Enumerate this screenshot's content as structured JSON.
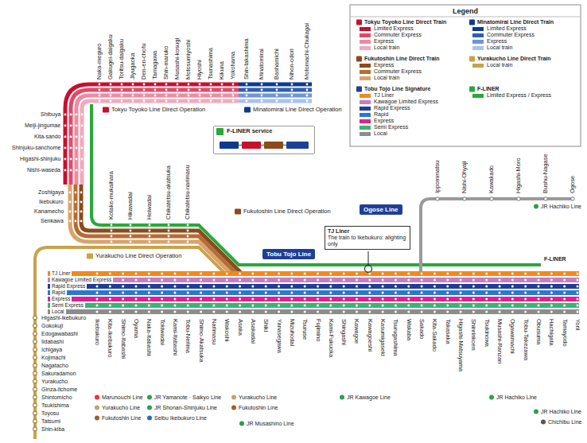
{
  "diagram": {
    "nodes": [
      {
        "text": [
          "F-LINER service"
        ]
      },
      {
        "text": [
          "Tobu Tojo Line"
        ]
      },
      {
        "text": [
          "Ogose Line"
        ]
      },
      {
        "text": [
          "TJ Liner",
          "The train to Ikebukuro: alighting only"
        ]
      }
    ],
    "labels": [
      "Naka-meguro",
      "Gakugei-daigaku",
      "Toritsu-daigaku",
      "Jiyugaoka",
      "Den-en-chofu",
      "Tamagawa",
      "Shin-maruko",
      "Musashi-kosugi",
      "Motosumiyoshi",
      "Hiyoshi",
      "Tsunashima",
      "Kikuna",
      "Yokohama",
      "Shin-takashima",
      "Minatomirai",
      "Bashamichi",
      "Nihon-odori",
      "Motomachi-Chukagai",
      "Tokyu Toyoko Line Direct Operation",
      "Minatomirai Line Direct Operation",
      "Shibuya",
      "Meiji-jingumae",
      "Kita-sando",
      "Shinjuku-sanchome",
      "Higashi-shinjuku",
      "Nishi-waseda",
      "Zoshigaya",
      "Ikebukuro",
      "Kanamecho",
      "Senkawa",
      "Kotake-mukaihara",
      "Hikawadai",
      "Heiwadai",
      "Chikatetsu-akatsuka",
      "Chikatetsu-narimasu",
      "Fukutoshin Line Direct Operation",
      "Yurakucho Line Direct Operation",
      "TJ Liner",
      "Kawagoe Limited Express",
      "Rapid Express",
      "Rapid",
      "Express",
      "Semi Express",
      "Local",
      "F-LINER",
      "Ikebukuro",
      "Kita-Ikebukuro",
      "Shimo-Itabashi",
      "Oyama",
      "Naka-Itabashi",
      "Tokiwadai",
      "Kami-Itabashi",
      "Tobu-Nerima",
      "Shimo-Akatsuka",
      "Narimasu",
      "Wakoshi",
      "Asaka",
      "Asakadai",
      "Shiki",
      "Yanasegawa",
      "Mizuhodai",
      "Tsuruse",
      "Fujimino",
      "Kami-Fukuoka",
      "Shingashi",
      "Kawagoe",
      "Kawagoeshi",
      "Kasumigaseki",
      "Tsurugashima",
      "Wakaba",
      "Sakado",
      "Kita-Sakado",
      "Takasaka",
      "Higashi-Matsuyama",
      "Shinrinkoen",
      "Tsukinowa",
      "Musashi-Ranzan",
      "Ogawamachi",
      "Tobu-Takezawa",
      "Obusuma",
      "Hachigata",
      "Tamayodo",
      "Yorii",
      "Ippommatsu",
      "Nishi-Ohyaji",
      "Kawakado",
      "Higashi-Moro",
      "Bushu-Nagase",
      "Ogose",
      "JR Hachiko Line",
      "Marunouchi Line",
      "Yurakucho Line",
      "Fukutoshin Line",
      "JR Yamanote · Saikyo Line",
      "JR Shonan-Shinjuku Line",
      "Seibu Ikebukuro Line",
      "Yurakucho Line",
      "Fukutoshin Line",
      "JR Musashino Line",
      "JR Kawagoe Line",
      "JR Hachiko Line",
      "JR Hachiko Line",
      "Chichibu Line",
      "Higashi-ikebukuro",
      "Gokokuji",
      "Edogawabashi",
      "Iidabashi",
      "Ichigaya",
      "Kojimachi",
      "Nagatacho",
      "Sakuradamon",
      "Yurakucho",
      "Ginza-itchome",
      "Shintomicho",
      "Tsukishima",
      "Toyosu",
      "Tatsumi",
      "Shin-kiba",
      "Legend"
    ],
    "legend": [
      {
        "text": "Tokyu Toyoko Line Direct Train"
      },
      {
        "text": "Limited Express",
        "color": "#c8102e"
      },
      {
        "text": "Commuter Express",
        "color": "#e04a6a"
      },
      {
        "text": "Express",
        "color": "#ee8aa2"
      },
      {
        "text": "Local train",
        "color": "#f3a9bb"
      },
      {
        "text": "Minatomirai Line Direct Train"
      },
      {
        "text": "Limited Express",
        "color": "#0d3b8e"
      },
      {
        "text": "Commuter Express",
        "color": "#2f5fb3"
      },
      {
        "text": "Express",
        "color": "#6f95d8"
      },
      {
        "text": "Local train",
        "color": "#a9c3ec"
      },
      {
        "text": "Fukutoshin Line Direct Train"
      },
      {
        "text": "Express",
        "color": "#8c4a1c"
      },
      {
        "text": "Commuter Express",
        "color": "#b56d33"
      },
      {
        "text": "Local train",
        "color": "#d9a46a"
      },
      {
        "text": "Yurakucho Line Direct Train"
      },
      {
        "text": "Local train",
        "color": "#c9a24a"
      },
      {
        "text": "Tobu Tojo Line Signature"
      },
      {
        "text": "TJ Liner",
        "color": "#f08a1c"
      },
      {
        "text": "Kawagoe Limited Express",
        "color": "#c77dc0"
      },
      {
        "text": "Rapid Express",
        "color": "#1f3f96"
      },
      {
        "text": "Rapid",
        "color": "#2b78d0"
      },
      {
        "text": "Express",
        "color": "#e0228a"
      },
      {
        "text": "Semi Express",
        "color": "#3cb371"
      },
      {
        "text": "Local",
        "color": "#8c8c8c"
      },
      {
        "text": "F-LINER"
      },
      {
        "text": "Limited Express / Express",
        "color": "#29a83a"
      }
    ]
  }
}
